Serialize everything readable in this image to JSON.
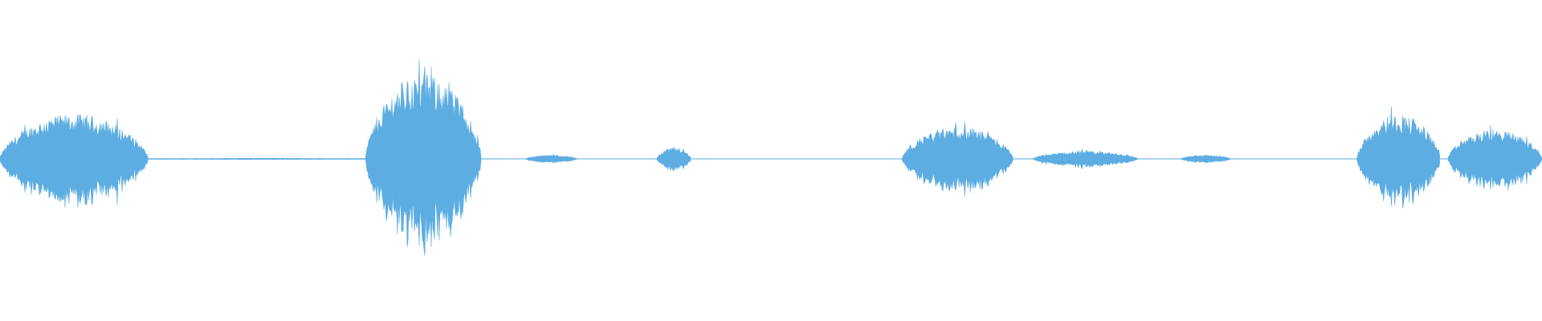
{
  "waveform": {
    "color": "#5dade2",
    "background": "#ffffff",
    "duration": 1,
    "segments": [
      {
        "start": 0.0,
        "end": 0.096,
        "amplitude": 0.35
      },
      {
        "start": 0.096,
        "end": 0.237,
        "amplitude": 0.005
      },
      {
        "start": 0.237,
        "end": 0.312,
        "amplitude": 0.66
      },
      {
        "start": 0.341,
        "end": 0.374,
        "amplitude": 0.03
      },
      {
        "start": 0.426,
        "end": 0.448,
        "amplitude": 0.09
      },
      {
        "start": 0.585,
        "end": 0.657,
        "amplitude": 0.25
      },
      {
        "start": 0.67,
        "end": 0.738,
        "amplitude": 0.06
      },
      {
        "start": 0.766,
        "end": 0.798,
        "amplitude": 0.03
      },
      {
        "start": 0.88,
        "end": 0.934,
        "amplitude": 0.35
      },
      {
        "start": 0.939,
        "end": 1.0,
        "amplitude": 0.23
      }
    ]
  }
}
